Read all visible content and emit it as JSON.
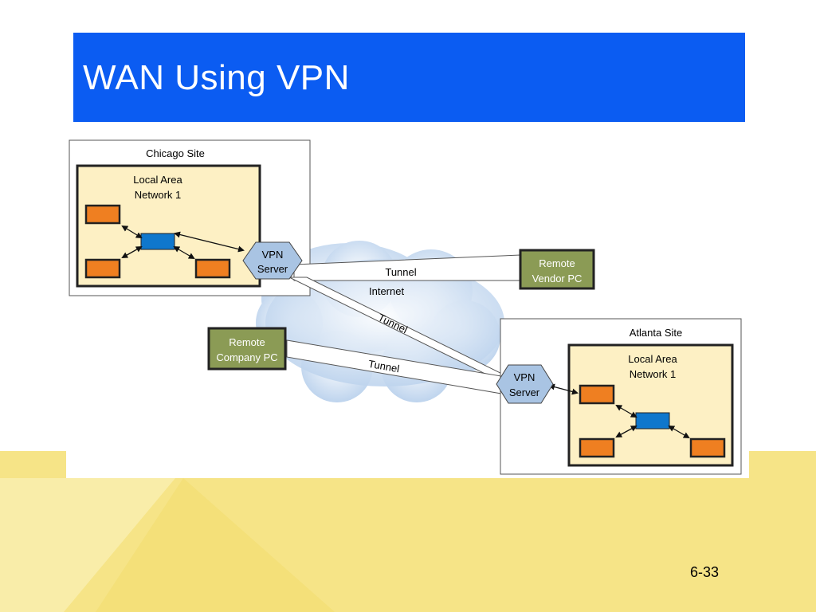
{
  "slide": {
    "title": "WAN Using VPN",
    "page_number": "6-33"
  },
  "diagram": {
    "chicago": {
      "site_label": "Chicago Site",
      "lan_label_1": "Local Area",
      "lan_label_2": "Network 1",
      "vpn_label_1": "VPN",
      "vpn_label_2": "Server"
    },
    "atlanta": {
      "site_label": "Atlanta Site",
      "lan_label_1": "Local Area",
      "lan_label_2": "Network 1",
      "vpn_label_1": "VPN",
      "vpn_label_2": "Server"
    },
    "remote_vendor": {
      "line1": "Remote",
      "line2": "Vendor PC"
    },
    "remote_company": {
      "line1": "Remote",
      "line2": "Company PC"
    },
    "internet_label": "Internet",
    "tunnels": [
      "Tunnel",
      "Tunnel",
      "Tunnel"
    ],
    "colors": {
      "title_bar": "#0b5cf2",
      "lan_fill": "#fdf0c4",
      "computer": "#ef7f21",
      "switch": "#0f77cc",
      "vpn_server": "#a9c4e3",
      "remote_pc": "#8b9b55",
      "cloud": "#c9dcf0",
      "background_accent": "#f6e487"
    }
  }
}
